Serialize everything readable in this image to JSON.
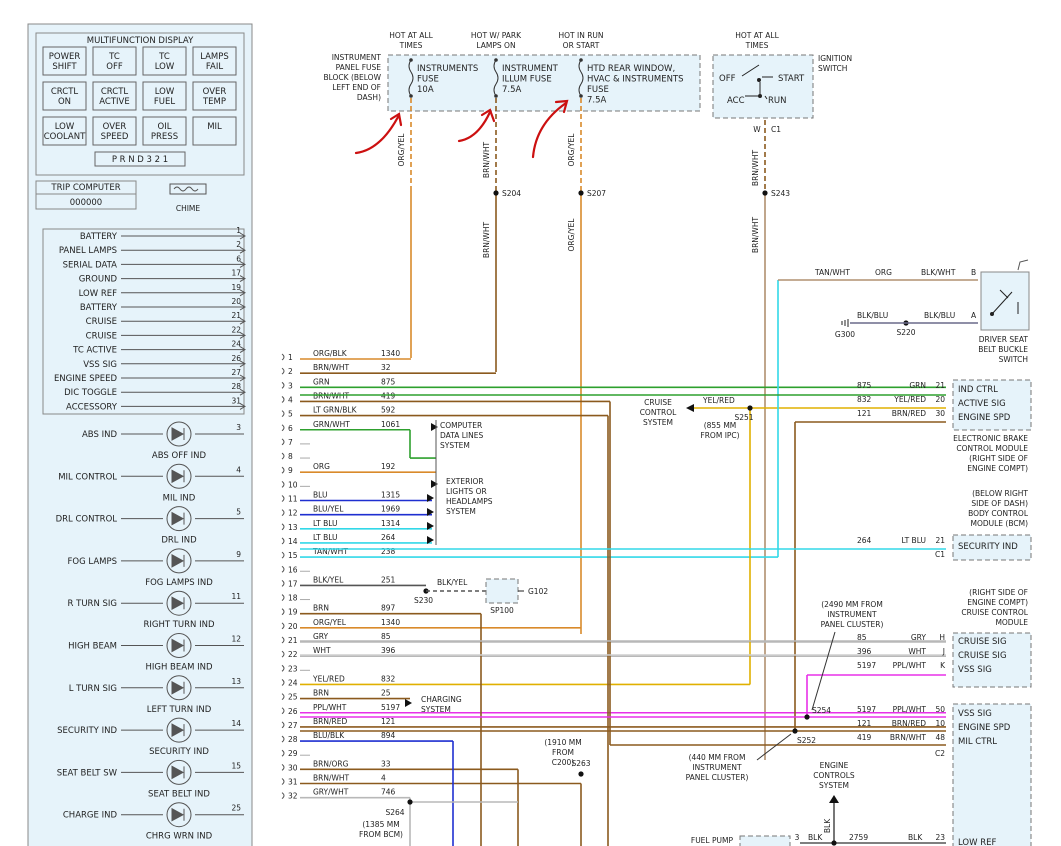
{
  "cluster": {
    "mfd_title": "MULTIFUNCTION DISPLAY",
    "mfd_cells": [
      "POWER SHIFT",
      "TC OFF",
      "TC LOW",
      "LAMPS FAIL",
      "CRCTL ON",
      "CRCTL ACTIVE",
      "LOW FUEL",
      "OVER TEMP",
      "LOW COOLANT",
      "OVER SPEED",
      "OIL PRESS",
      "MIL"
    ],
    "prnd": "P R N D 3 2 1",
    "trip_label": "TRIP COMPUTER",
    "trip_value": "000000",
    "chime_label": "CHIME",
    "inputs": [
      {
        "label": "BATTERY",
        "pin": "1"
      },
      {
        "label": "PANEL LAMPS",
        "pin": "2"
      },
      {
        "label": "SERIAL DATA",
        "pin": "6"
      },
      {
        "label": "GROUND",
        "pin": "17"
      },
      {
        "label": "LOW REF",
        "pin": "19"
      },
      {
        "label": "BATTERY",
        "pin": "20"
      },
      {
        "label": "CRUISE",
        "pin": "21"
      },
      {
        "label": "CRUISE",
        "pin": "22"
      },
      {
        "label": "TC ACTIVE",
        "pin": "24"
      },
      {
        "label": "VSS SIG",
        "pin": "26"
      },
      {
        "label": "ENGINE SPEED",
        "pin": "27"
      },
      {
        "label": "DIC TOGGLE",
        "pin": "28"
      },
      {
        "label": "ACCESSORY",
        "pin": "31"
      }
    ],
    "indicators": [
      {
        "label": "ABS IND",
        "pin": "3",
        "led": "ABS OFF IND"
      },
      {
        "label": "MIL CONTROL",
        "pin": "4",
        "led": "MIL IND"
      },
      {
        "label": "DRL CONTROL",
        "pin": "5",
        "led": "DRL IND"
      },
      {
        "label": "FOG LAMPS",
        "pin": "9",
        "led": "FOG LAMPS IND"
      },
      {
        "label": "R TURN SIG",
        "pin": "11",
        "led": "RIGHT TURN IND"
      },
      {
        "label": "HIGH BEAM",
        "pin": "12",
        "led": "HIGH BEAM IND"
      },
      {
        "label": "L TURN SIG",
        "pin": "13",
        "led": "LEFT TURN IND"
      },
      {
        "label": "SECURITY IND",
        "pin": "14",
        "led": "SECURITY IND"
      },
      {
        "label": "SEAT BELT SW",
        "pin": "15",
        "led": "SEAT BELT IND"
      },
      {
        "label": "CHARGE IND",
        "pin": "25",
        "led": "CHRG WRN IND"
      }
    ]
  },
  "fuse_block": {
    "label": "INSTRUMENT PANEL FUSE BLOCK (BELOW LEFT END OF DASH)",
    "hot_labels": [
      "HOT AT ALL TIMES",
      "HOT W/ PARK LAMPS ON",
      "HOT IN RUN OR START"
    ],
    "fuses": [
      {
        "name": "INSTRUMENTS FUSE",
        "rating": "10A"
      },
      {
        "name": "INSTRUMENT ILLUM FUSE",
        "rating": "7.5A"
      },
      {
        "name": "HTD REAR WINDOW, HVAC & INSTRUMENTS FUSE",
        "rating": "7.5A"
      }
    ]
  },
  "ignition": {
    "hot_label": "HOT AT ALL TIMES",
    "label": "IGNITION SWITCH",
    "positions": [
      "OFF",
      "START",
      "ACC",
      "RUN"
    ],
    "pin": "W",
    "conn": "C1"
  },
  "vertical_wires": [
    {
      "color": "ORG/YEL"
    },
    {
      "color": "BRN/WHT"
    },
    {
      "color": "BRN/WHT"
    },
    {
      "color": "ORG/YEL"
    },
    {
      "color": "BRN/WHT"
    },
    {
      "color": "BRN/WHT"
    }
  ],
  "splices": [
    "S204",
    "S207",
    "S243",
    "S220",
    "S230",
    "S251",
    "S252",
    "S254",
    "S263",
    "S264"
  ],
  "grounds": [
    "G300",
    "G102"
  ],
  "sp": "SP100",
  "connector_rows": [
    {
      "pin": "1",
      "color": "ORG/BLK",
      "circuit": "1340"
    },
    {
      "pin": "2",
      "color": "BRN/WHT",
      "circuit": "32"
    },
    {
      "pin": "3",
      "color": "GRN",
      "circuit": "875"
    },
    {
      "pin": "4",
      "color": "BRN/WHT",
      "circuit": "419"
    },
    {
      "pin": "5",
      "color": "LT GRN/BLK",
      "circuit": "592"
    },
    {
      "pin": "6",
      "color": "GRN/WHT",
      "circuit": "1061"
    },
    {
      "pin": "7",
      "color": "",
      "circuit": ""
    },
    {
      "pin": "8",
      "color": "",
      "circuit": ""
    },
    {
      "pin": "9",
      "color": "ORG",
      "circuit": "192"
    },
    {
      "pin": "10",
      "color": "",
      "circuit": ""
    },
    {
      "pin": "11",
      "color": "BLU",
      "circuit": "1315"
    },
    {
      "pin": "12",
      "color": "BLU/YEL",
      "circuit": "1969"
    },
    {
      "pin": "13",
      "color": "LT BLU",
      "circuit": "1314"
    },
    {
      "pin": "14",
      "color": "LT BLU",
      "circuit": "264"
    },
    {
      "pin": "15",
      "color": "TAN/WHT",
      "circuit": "238"
    },
    {
      "pin": "16",
      "color": "",
      "circuit": ""
    },
    {
      "pin": "17",
      "color": "BLK/YEL",
      "circuit": "251"
    },
    {
      "pin": "18",
      "color": "",
      "circuit": ""
    },
    {
      "pin": "19",
      "color": "BRN",
      "circuit": "897"
    },
    {
      "pin": "20",
      "color": "ORG/YEL",
      "circuit": "1340"
    },
    {
      "pin": "21",
      "color": "GRY",
      "circuit": "85"
    },
    {
      "pin": "22",
      "color": "WHT",
      "circuit": "396"
    },
    {
      "pin": "23",
      "color": "",
      "circuit": ""
    },
    {
      "pin": "24",
      "color": "YEL/RED",
      "circuit": "832"
    },
    {
      "pin": "25",
      "color": "BRN",
      "circuit": "25"
    },
    {
      "pin": "26",
      "color": "PPL/WHT",
      "circuit": "5197"
    },
    {
      "pin": "27",
      "color": "BRN/RED",
      "circuit": "121"
    },
    {
      "pin": "28",
      "color": "BLU/BLK",
      "circuit": "894"
    },
    {
      "pin": "29",
      "color": "",
      "circuit": ""
    },
    {
      "pin": "30",
      "color": "BRN/ORG",
      "circuit": "33"
    },
    {
      "pin": "31",
      "color": "BRN/WHT",
      "circuit": "4"
    },
    {
      "pin": "32",
      "color": "GRY/WHT",
      "circuit": "746"
    }
  ],
  "notes": {
    "data_lines": "COMPUTER DATA LINES SYSTEM",
    "lights": "EXTERIOR LIGHTS OR HEADLAMPS SYSTEM",
    "charging": "CHARGING SYSTEM",
    "cruise_sys": "CRUISE CONTROL SYSTEM",
    "s251_note": "(855 MM FROM IPC)",
    "s254_note": "(2490 MM FROM INSTRUMENT PANEL CLUSTER)",
    "s252_note": "(440 MM FROM INSTRUMENT PANEL CLUSTER)",
    "s263_note": "(1910 MM FROM C200)",
    "s264_note": "(1385 MM FROM BCM)",
    "engine_ctrl": "ENGINE CONTROLS SYSTEM",
    "fuel_pump": "FUEL PUMP",
    "ebcm": "ELECTRONIC BRAKE CONTROL MODULE (RIGHT SIDE OF ENGINE COMPT)",
    "bcm": "(BELOW RIGHT SIDE OF DASH) BODY CONTROL MODULE (BCM)",
    "ccm": "(RIGHT SIDE OF ENGINE COMPT) CRUISE CONTROL MODULE",
    "seatbelt": "DRIVER SEAT BELT BUCKLE SWITCH"
  },
  "seatbelt_wires": [
    {
      "color": "TAN/WHT"
    },
    {
      "color": "ORG"
    },
    {
      "color": "BLK/WHT",
      "pin": "B"
    },
    {
      "color": "BLK/BLU"
    },
    {
      "color": "BLK/BLU",
      "pin": "A"
    }
  ],
  "ebcm": {
    "pins": [
      {
        "circuit": "875",
        "color": "GRN",
        "pin": "21",
        "label": "IND CTRL"
      },
      {
        "circuit": "832",
        "color": "YEL/RED",
        "pin": "20",
        "label": "ACTIVE SIG"
      },
      {
        "circuit": "121",
        "color": "BRN/RED",
        "pin": "30",
        "label": "ENGINE SPD"
      }
    ]
  },
  "bcm": {
    "circuit": "264",
    "color": "LT BLU",
    "pin": "21",
    "conn": "C1",
    "label": "SECURITY IND"
  },
  "ccm": {
    "pins": [
      {
        "circuit": "85",
        "color": "GRY",
        "pin": "H",
        "label": "CRUISE SIG"
      },
      {
        "circuit": "396",
        "color": "WHT",
        "pin": "J",
        "label": "CRUISE SIG"
      },
      {
        "circuit": "5197",
        "color": "PPL/WHT",
        "pin": "K",
        "label": "VSS SIG"
      }
    ]
  },
  "pcm": {
    "pins": [
      {
        "circuit": "5197",
        "color": "PPL/WHT",
        "pin": "50",
        "label": "VSS SIG"
      },
      {
        "circuit": "121",
        "color": "BRN/RED",
        "pin": "10",
        "label": "ENGINE SPD"
      },
      {
        "circuit": "419",
        "color": "BRN/WHT",
        "pin": "48",
        "label": "MIL CTRL"
      }
    ],
    "conn": "C2"
  },
  "bottom": {
    "fp_pin": "3",
    "fp_color": "BLK",
    "circuit": "2759",
    "color": "BLK",
    "pin": "23",
    "label": "LOW REF",
    "vert": "BLK"
  },
  "colors": {
    "orange": "#d98a2b",
    "brown": "#8b5a1e",
    "green": "#2ea02e",
    "gold": "#e0b000",
    "blue": "#1f2fd0",
    "cyan": "#32d8e8",
    "magenta": "#e830e8",
    "gray": "#b8b8b8",
    "tan": "#b09070",
    "dark": "#555555",
    "red": "#cc1010",
    "panel": "#e6f3fa"
  }
}
